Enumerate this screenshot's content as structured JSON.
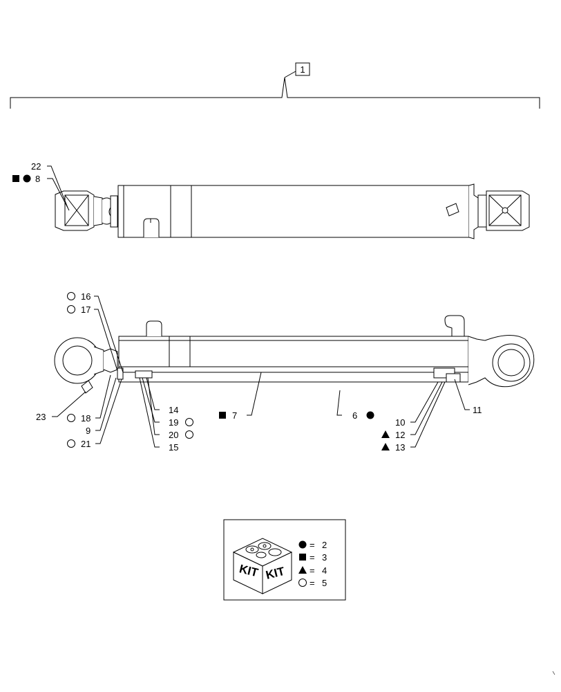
{
  "top_assembly_callout": "1",
  "callouts": {
    "c22": "22",
    "c8": "8",
    "c16": "16",
    "c17": "17",
    "c23": "23",
    "c18": "18",
    "c9": "9",
    "c21": "21",
    "c14": "14",
    "c19": "19",
    "c20": "20",
    "c15": "15",
    "c7": "7",
    "c6": "6",
    "c10": "10",
    "c12": "12",
    "c13": "13",
    "c11": "11"
  },
  "kit_legend": {
    "box_text_left": "KIT",
    "box_text_right": "KIT",
    "equals": "=",
    "items": [
      {
        "symbol": "filled-circle",
        "value": "2"
      },
      {
        "symbol": "filled-square",
        "value": "3"
      },
      {
        "symbol": "filled-triangle",
        "value": "4"
      },
      {
        "symbol": "open-circle",
        "value": "5"
      }
    ]
  },
  "colors": {
    "line": "#000000",
    "background": "#ffffff"
  }
}
